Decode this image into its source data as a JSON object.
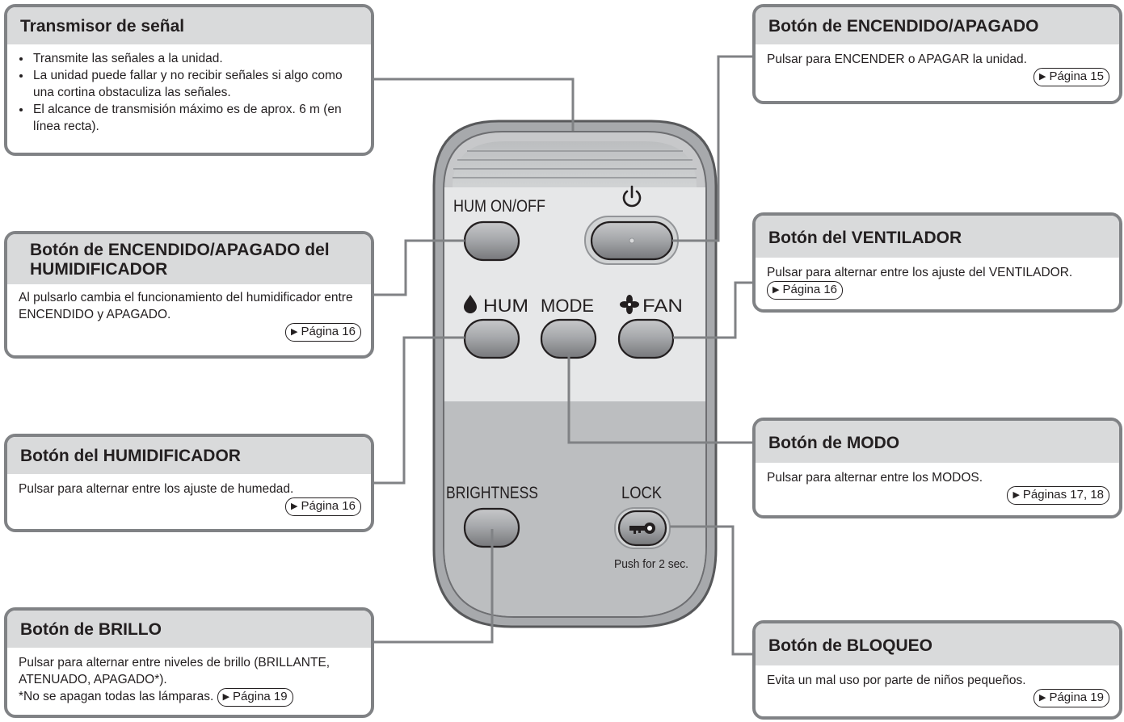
{
  "transmitter": {
    "title": "Transmisor de señal",
    "bullets": [
      "Transmite las señales a la unidad.",
      "La unidad puede fallar y no recibir señales si algo como una cortina obstaculiza las señales.",
      "El alcance de transmisión máximo es de aprox. 6 m (en línea recta)."
    ]
  },
  "hum_onoff": {
    "title": "Botón de ENCENDIDO/APAGADO del HUMIDIFICADOR",
    "text": "Al pulsarlo cambia el funcionamiento del humidificador entre ENCENDIDO y APAGADO.",
    "ref": "Página 16"
  },
  "hum": {
    "title": "Botón del HUMIDIFICADOR",
    "text": "Pulsar para alternar entre los ajuste de humedad.",
    "ref": "Página 16"
  },
  "brightness": {
    "title": "Botón de BRILLO",
    "text": "Pulsar para alternar entre niveles de brillo (BRILLANTE, ATENUADO, APAGADO*).",
    "note": "*No se apagan todas las lámparas.",
    "ref": "Página 19"
  },
  "power": {
    "title": "Botón de ENCENDIDO/APAGADO",
    "text": "Pulsar para ENCENDER o APAGAR la unidad.",
    "ref": "Página 15"
  },
  "fan": {
    "title": "Botón del VENTILADOR",
    "text": "Pulsar para alternar entre los ajuste del VENTILADOR.",
    "ref": "Página 16"
  },
  "mode": {
    "title": "Botón de MODO",
    "text": "Pulsar para alternar entre los MODOS.",
    "ref": "Páginas 17, 18"
  },
  "lock": {
    "title": "Botón de BLOQUEO",
    "text": "Evita un mal uso por parte de niños pequeños.",
    "ref": "Página 19"
  },
  "remote": {
    "hum_onoff_label": "HUM ON/OFF",
    "power_icon": "power-icon",
    "hum_label": "HUM",
    "hum_icon": "drop-icon",
    "mode_label": "MODE",
    "fan_label": "FAN",
    "fan_icon": "fan-icon",
    "brightness_label": "BRIGHTNESS",
    "lock_label": "LOCK",
    "lock_icon": "key-icon",
    "lock_note": "Push for 2 sec."
  },
  "colors": {
    "box_border": "#808285",
    "header_bg": "#d9dadb",
    "remote_body": "#a7a9ac",
    "remote_lower": "#808285",
    "button": "#939598"
  }
}
